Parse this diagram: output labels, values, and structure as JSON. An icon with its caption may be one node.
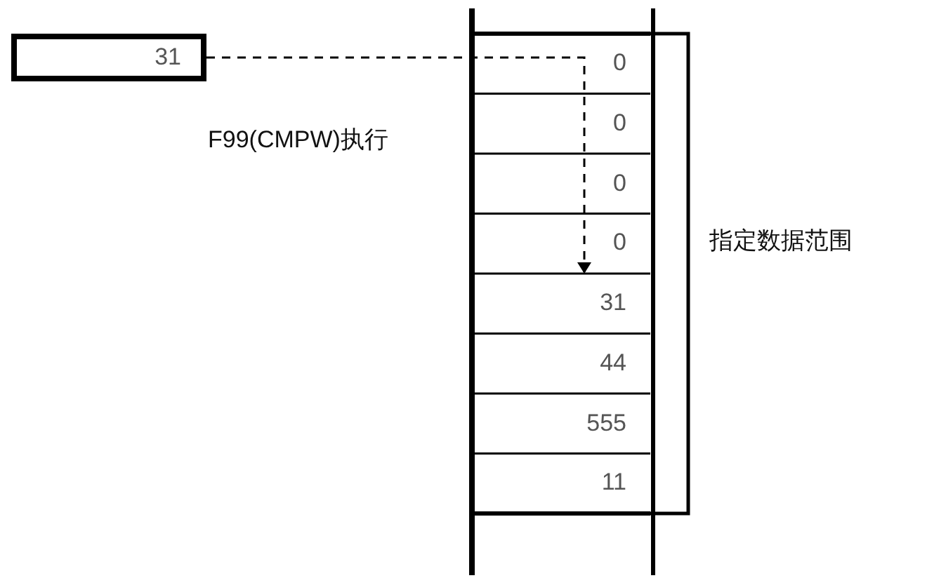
{
  "diagram": {
    "nodes": [
      {
        "text": [
          "31"
        ]
      },
      {
        "text": [
          "0"
        ]
      },
      {
        "text": [
          "0"
        ]
      },
      {
        "text": [
          "0"
        ]
      },
      {
        "text": [
          "0"
        ]
      },
      {
        "text": [
          "31"
        ]
      },
      {
        "text": [
          "44"
        ]
      },
      {
        "text": [
          "555"
        ]
      },
      {
        "text": [
          "11"
        ]
      }
    ],
    "edges": [
      {
        "from": 0,
        "to": 5,
        "arrow": "to",
        "style": "dashed"
      }
    ],
    "labels": [
      "F99(CMPW)执行",
      "指定数据范围"
    ]
  }
}
